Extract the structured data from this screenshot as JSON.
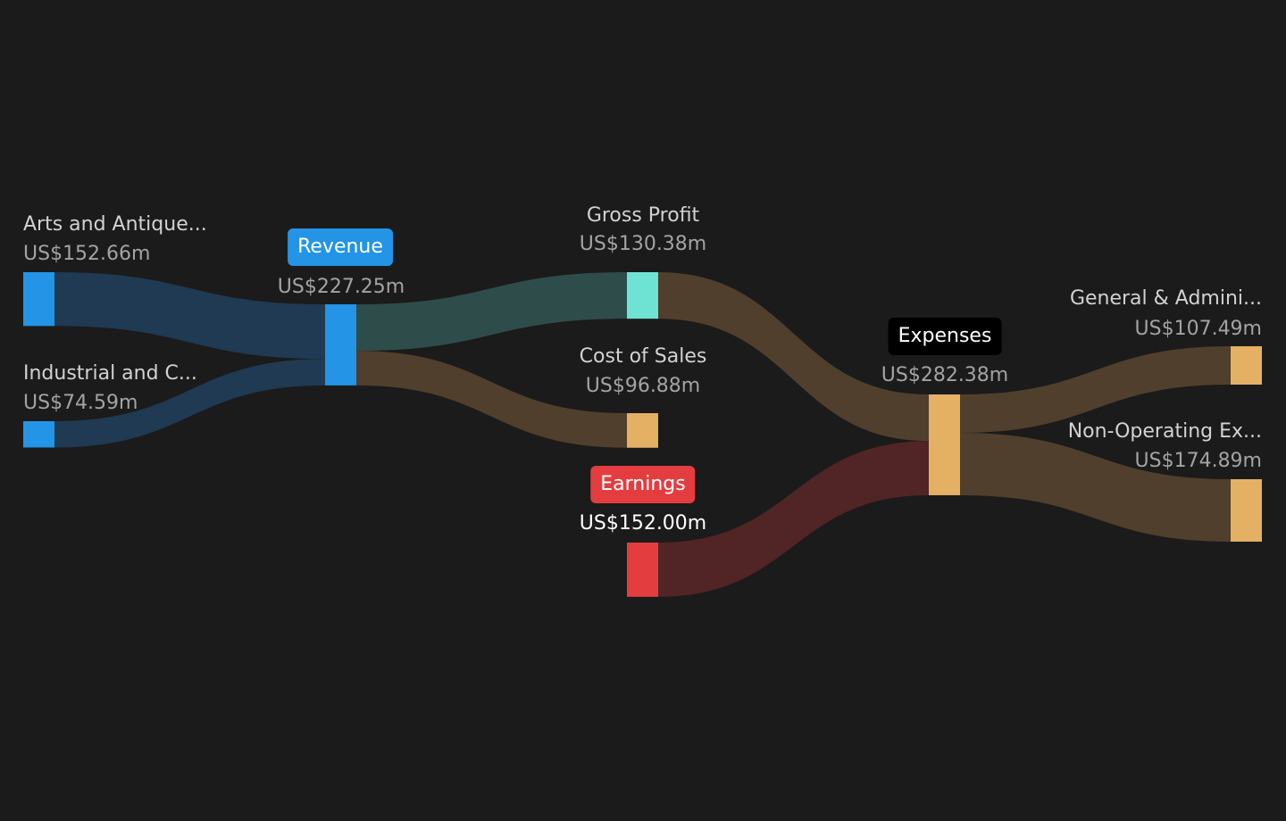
{
  "chart_data": {
    "type": "sankey",
    "nodes": {
      "arts": {
        "name": "Arts and Antique...",
        "value_label": "US$152.66m",
        "value": 152.66,
        "color": "#2394e6"
      },
      "indus": {
        "name": "Industrial and C...",
        "value_label": "US$74.59m",
        "value": 74.59,
        "color": "#2394e6"
      },
      "revenue": {
        "name": "Revenue",
        "value_label": "US$227.25m",
        "value": 227.25,
        "color": "#2394e6"
      },
      "gross": {
        "name": "Gross Profit",
        "value_label": "US$130.38m",
        "value": 130.38,
        "color": "#6fe3d3"
      },
      "cos": {
        "name": "Cost of Sales",
        "value_label": "US$96.88m",
        "value": 96.88,
        "color": "#e4b064"
      },
      "earnings": {
        "name": "Earnings",
        "value_label": "US$152.00m",
        "value": 152.0,
        "color": "#e43d40"
      },
      "expenses": {
        "name": "Expenses",
        "value_label": "US$282.38m",
        "value": 282.38,
        "color": "#e4b064"
      },
      "ga": {
        "name": "General & Admini...",
        "value_label": "US$107.49m",
        "value": 107.49,
        "color": "#e4b064"
      },
      "nonop": {
        "name": "Non-Operating Ex...",
        "value_label": "US$174.89m",
        "value": 174.89,
        "color": "#e4b064"
      }
    },
    "links": [
      {
        "source": "arts",
        "target": "revenue",
        "value": 152.66,
        "color": "#1f3a52"
      },
      {
        "source": "indus",
        "target": "revenue",
        "value": 74.59,
        "color": "#1f3a52"
      },
      {
        "source": "revenue",
        "target": "gross",
        "value": 130.38,
        "color": "#2e4c49"
      },
      {
        "source": "revenue",
        "target": "cos",
        "value": 96.88,
        "color": "#4f3f2c"
      },
      {
        "source": "gross",
        "target": "expenses",
        "value": 130.38,
        "color": "#4f3f2c"
      },
      {
        "source": "earnings",
        "target": "expenses",
        "value": 152.0,
        "color": "#512426"
      },
      {
        "source": "expenses",
        "target": "ga",
        "value": 107.49,
        "color": "#4f3f2c"
      },
      {
        "source": "expenses",
        "target": "nonop",
        "value": 174.89,
        "color": "#4f3f2c"
      }
    ],
    "badges": {
      "revenue": {
        "bg": "#2394e6",
        "fg": "#ffffff"
      },
      "earnings": {
        "bg": "#e43d40",
        "fg": "#ffffff"
      },
      "expenses": {
        "bg": "#000000",
        "fg": "#ffffff"
      }
    }
  }
}
